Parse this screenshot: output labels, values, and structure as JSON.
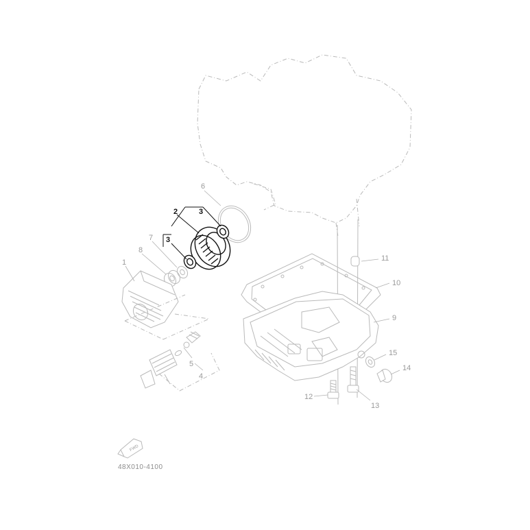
{
  "diagram": {
    "drawing_code": "48X010-4100",
    "direction_badge": "FWD",
    "callouts": [
      {
        "id": "c1",
        "text": "1",
        "highlighted": false
      },
      {
        "id": "c2",
        "text": "2",
        "highlighted": true
      },
      {
        "id": "c3a",
        "text": "3",
        "highlighted": true
      },
      {
        "id": "c3b",
        "text": "3",
        "highlighted": true
      },
      {
        "id": "c4",
        "text": "4",
        "highlighted": false
      },
      {
        "id": "c5",
        "text": "5",
        "highlighted": false
      },
      {
        "id": "c6",
        "text": "6",
        "highlighted": false
      },
      {
        "id": "c7",
        "text": "7",
        "highlighted": false
      },
      {
        "id": "c8",
        "text": "8",
        "highlighted": false
      },
      {
        "id": "c9",
        "text": "9",
        "highlighted": false
      },
      {
        "id": "c10",
        "text": "10",
        "highlighted": false
      },
      {
        "id": "c11",
        "text": "11",
        "highlighted": false
      },
      {
        "id": "c12",
        "text": "12",
        "highlighted": false
      },
      {
        "id": "c13",
        "text": "13",
        "highlighted": false
      },
      {
        "id": "c14",
        "text": "14",
        "highlighted": false
      },
      {
        "id": "c15",
        "text": "15",
        "highlighted": false
      }
    ]
  }
}
